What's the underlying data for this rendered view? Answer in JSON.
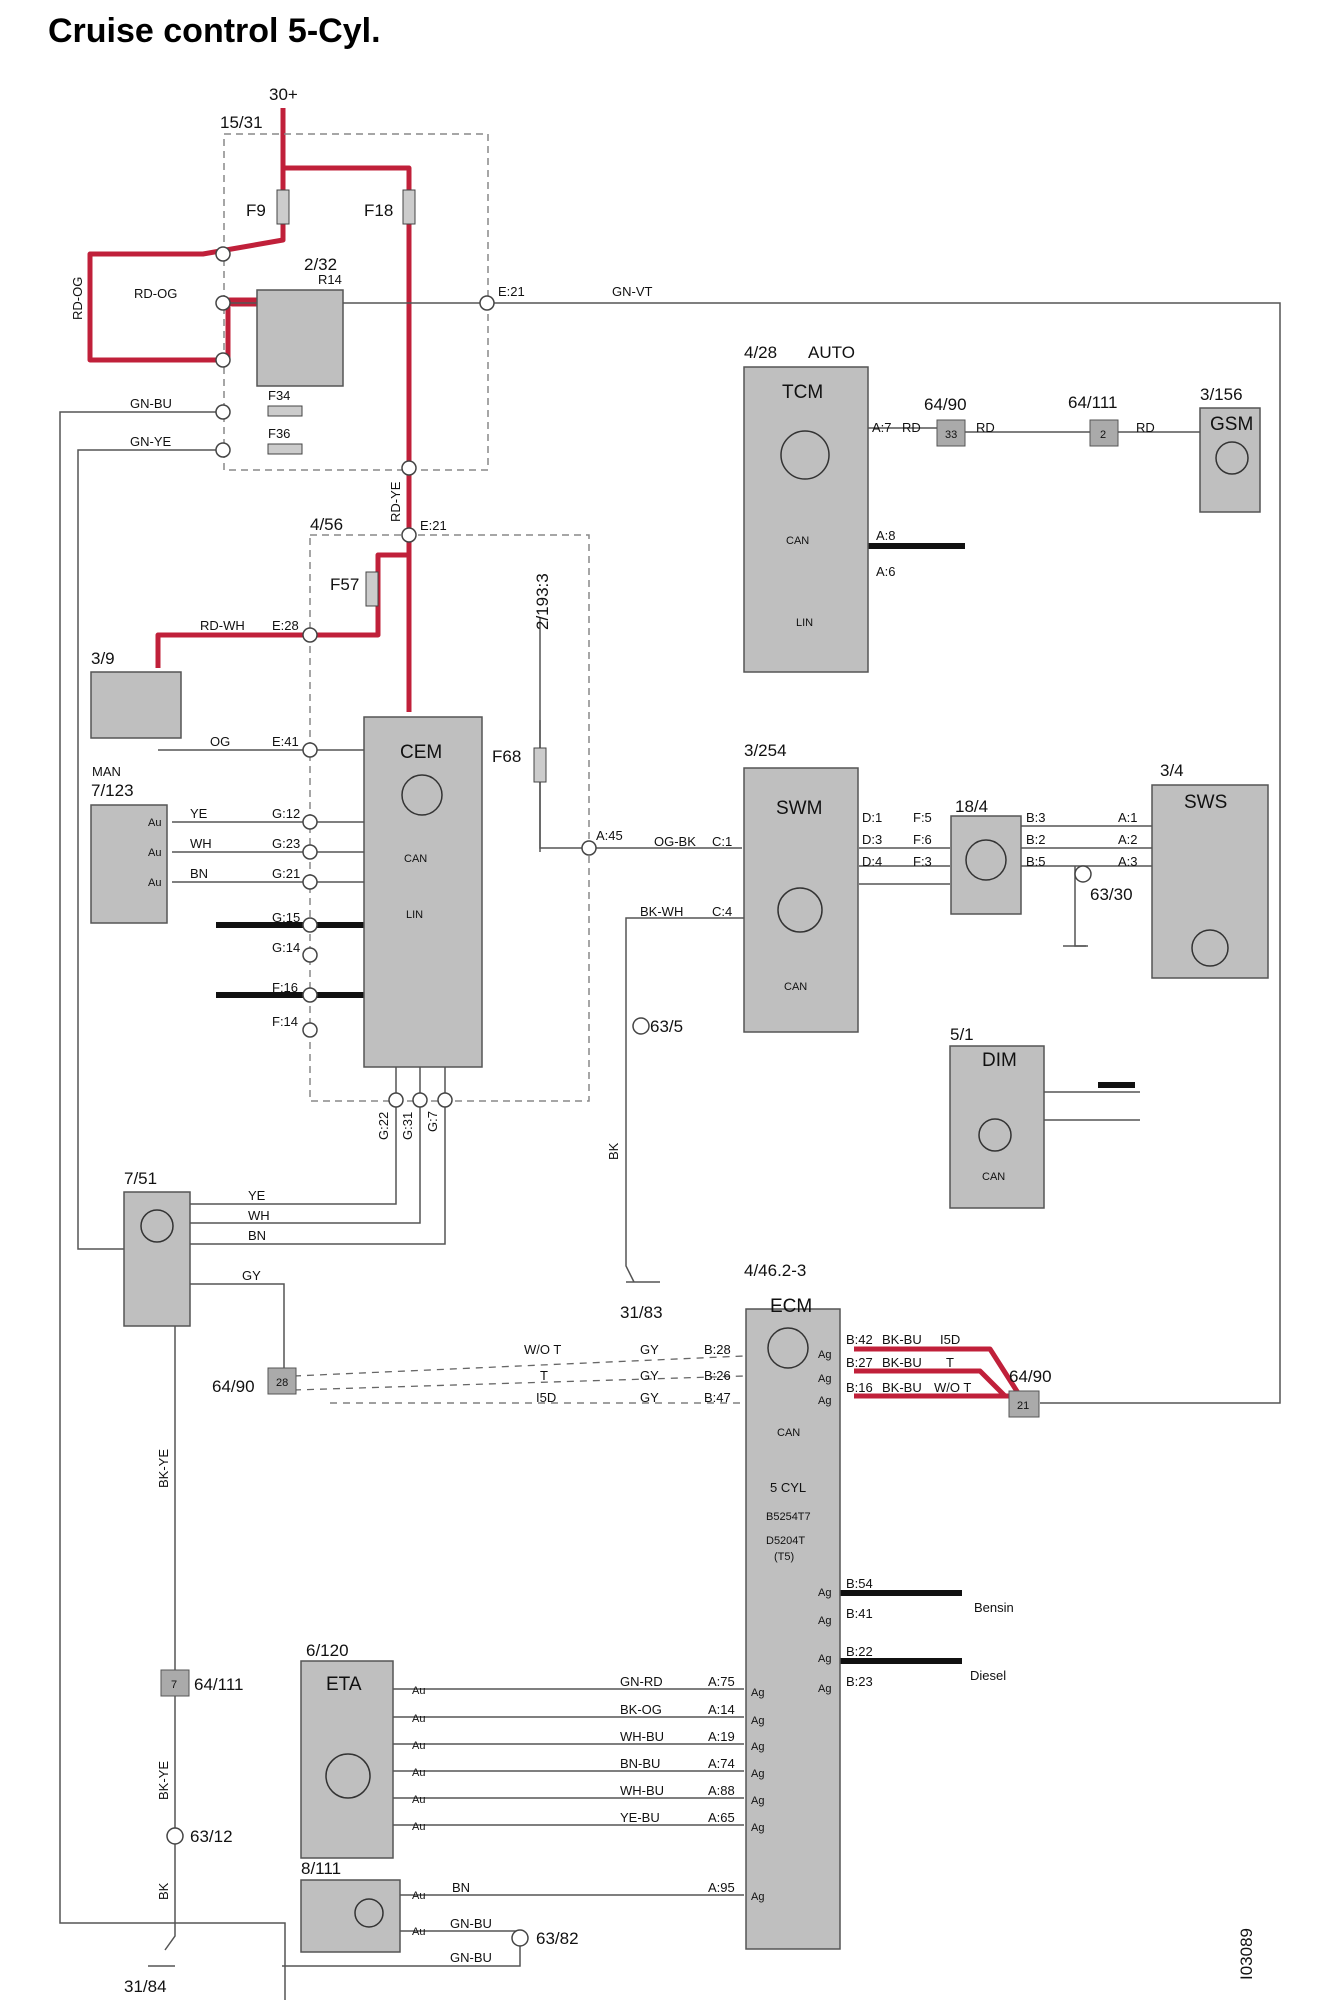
{
  "title": "Cruise control 5-Cyl.",
  "figure_id": "I03089",
  "supply": "30+",
  "fuses": {
    "f9": "F9",
    "f18": "F18",
    "f34": "F34",
    "f36": "F36",
    "f57": "F57",
    "f68": "F68"
  },
  "components": {
    "c1531": "15/31",
    "c232": "2/32",
    "r14": "R14",
    "c456": "4/56",
    "c39": "3/9",
    "man": "MAN",
    "c7123": "7/123",
    "cem": "CEM",
    "c751": "7/51",
    "c6490a": "64/90",
    "c64111": "64/111",
    "c6312": "63/12",
    "c3184": "31/84",
    "c6120": "6/120",
    "eta": "ETA",
    "c8111": "8/111",
    "c6382": "63/82",
    "c428": "4/28",
    "auto": "AUTO",
    "tcm": "TCM",
    "c6490b": "64/90",
    "c64111b": "64/111",
    "c3156": "3/156",
    "gsm": "GSM",
    "c3254": "3/254",
    "swm": "SWM",
    "c184": "18/4",
    "c34": "3/4",
    "sws": "SWS",
    "c6330": "63/30",
    "c51": "5/1",
    "dim": "DIM",
    "c2193": "2/193:3",
    "c635": "63/5",
    "c3183": "31/83",
    "c4462": "4/46.2-3",
    "ecm": "ECM",
    "c6490c": "64/90",
    "cyl": "5 CYL",
    "eng1": "B5254T7",
    "eng2": "D5204T",
    "eng3": "(T5)",
    "bensin": "Bensin",
    "diesel": "Diesel"
  },
  "wires": {
    "rdog": "RD-OG",
    "rdog2": "RD-OG",
    "gnbu": "GN-BU",
    "gnye": "GN-YE",
    "gnvt": "GN-VT",
    "rdye": "RD-YE",
    "rdwh": "RD-WH",
    "og": "OG",
    "ogbk": "OG-BK",
    "bkwh": "BK-WH",
    "bk": "BK",
    "bkye": "BK-YE",
    "bkye2": "BK-YE",
    "bk2": "BK",
    "gy": "GY",
    "rd1": "RD",
    "rd2": "RD",
    "rd3": "RD",
    "ye": "YE",
    "wh": "WH",
    "bn": "BN",
    "ye2": "YE",
    "wh2": "WH",
    "bn2": "BN",
    "gnrd": "GN-RD",
    "bkog": "BK-OG",
    "whbu": "WH-BU",
    "bnbu": "BN-BU",
    "whbu2": "WH-BU",
    "yebu": "YE-BU",
    "bn3": "BN",
    "gnbu2": "GN-BU",
    "gnbu3": "GN-BU",
    "gy1": "GY",
    "gy2": "GY",
    "gy3": "GY",
    "bkbu1": "BK-BU",
    "bkbu2": "BK-BU",
    "bkbu3": "BK-BU"
  },
  "pins": {
    "e21a": "E:21",
    "e21b": "E:21",
    "e28": "E:28",
    "e41": "E:41",
    "g12": "G:12",
    "g23": "G:23",
    "g21": "G:21",
    "g15": "G:15",
    "g14": "G:14",
    "f16": "F:16",
    "f14": "F:14",
    "g22": "G:22",
    "g31": "G:31",
    "g7": "G:7",
    "a45": "A:45",
    "c1": "C:1",
    "c4": "C:4",
    "a7": "A:7",
    "a8": "A:8",
    "a6": "A:6",
    "d1": "D:1",
    "d3": "D:3",
    "d4": "D:4",
    "f5": "F:5",
    "f6": "F:6",
    "f3": "F:3",
    "b3": "B:3",
    "b2": "B:2",
    "b5": "B:5",
    "a1": "A:1",
    "a2": "A:2",
    "a3": "A:3",
    "b28": "B:28",
    "b26": "B:26",
    "b47": "B:47",
    "b42": "B:42",
    "b27": "B:27",
    "b16": "B:16",
    "b54": "B:54",
    "b41": "B:41",
    "b22": "B:22",
    "b23": "B:23",
    "a75": "A:75",
    "a14": "A:14",
    "a19": "A:19",
    "a74": "A:74",
    "a88": "A:88",
    "a65": "A:65",
    "a95": "A:95"
  },
  "signals": {
    "wot": "W/O T",
    "t": "T",
    "i5d": "I5D",
    "i5d2": "I5D",
    "t2": "T",
    "wot2": "W/O T"
  },
  "ic_labels": {
    "can": "CAN",
    "lin": "LIN",
    "au": "Au",
    "ag": "Ag"
  },
  "connector_numbers": {
    "n33": "33",
    "n2": "2",
    "n28": "28",
    "n7": "7",
    "n21": "21"
  }
}
